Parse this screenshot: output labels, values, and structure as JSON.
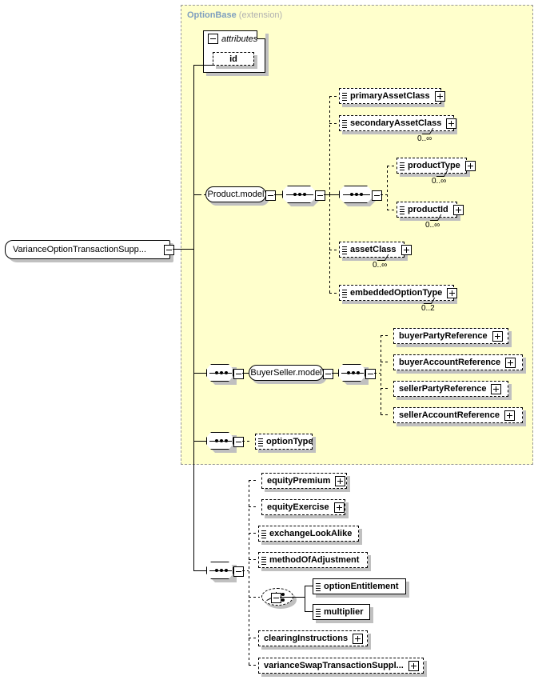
{
  "diagram": {
    "type": "xsd-schema-diagram",
    "title": "VarianceOptionTransactionSupplement element structure",
    "colors": {
      "extension_fill": "#ffffcc",
      "extension_border": "#999999",
      "extension_title": "#7f9fbf",
      "extension_kind": "#b0b0b0",
      "node_fill": "#ffffff",
      "shadow": "#c0c0c0",
      "stroke": "#000000"
    }
  },
  "root": {
    "label": "VarianceOptionTransactionSupp...",
    "expander": "minus"
  },
  "extension": {
    "name": "OptionBase",
    "kind": "(extension)"
  },
  "attributes": {
    "header_label": "attributes",
    "expander": "minus",
    "items": [
      {
        "label": "id",
        "optional": true
      }
    ]
  },
  "compositors": {
    "seq_product_model": {
      "kind": "sequence",
      "expander": "minus"
    },
    "seq_product_inner": {
      "kind": "sequence",
      "expander": "minus"
    },
    "seq_buyerseller_outer": {
      "kind": "sequence",
      "expander": "minus"
    },
    "seq_buyerseller_inner": {
      "kind": "sequence",
      "expander": "minus"
    },
    "seq_optiontype": {
      "kind": "sequence",
      "expander": "minus"
    },
    "seq_bottom": {
      "kind": "sequence",
      "expander": "minus"
    },
    "choice_entitlement": {
      "kind": "choice",
      "expander": "minus"
    }
  },
  "groups": {
    "product_model": {
      "label": "Product.model",
      "expander": "minus"
    },
    "buyerseller_model": {
      "label": "BuyerSeller.model",
      "expander": "minus"
    }
  },
  "elements": {
    "primaryAssetClass": {
      "label": "primaryAssetClass",
      "optional": true,
      "expander": "plus",
      "list_icon": true,
      "occurs": ""
    },
    "secondaryAssetClass": {
      "label": "secondaryAssetClass",
      "optional": true,
      "expander": "plus",
      "list_icon": true,
      "occurs": "0..∞"
    },
    "productType": {
      "label": "productType",
      "optional": true,
      "expander": "plus",
      "list_icon": true,
      "occurs": "0..∞"
    },
    "productId": {
      "label": "productId",
      "optional": true,
      "expander": "plus",
      "list_icon": true,
      "occurs": "0..∞"
    },
    "assetClass": {
      "label": "assetClass",
      "optional": true,
      "expander": "plus",
      "list_icon": true,
      "occurs": "0..∞"
    },
    "embeddedOptionType": {
      "label": "embeddedOptionType",
      "optional": true,
      "expander": "plus",
      "list_icon": true,
      "occurs": "0..2"
    },
    "buyerPartyReference": {
      "label": "buyerPartyReference",
      "optional": true,
      "expander": "plus",
      "list_icon": false,
      "occurs": ""
    },
    "buyerAccountReference": {
      "label": "buyerAccountReference",
      "optional": true,
      "expander": "plus",
      "list_icon": false,
      "occurs": ""
    },
    "sellerPartyReference": {
      "label": "sellerPartyReference",
      "optional": true,
      "expander": "plus",
      "list_icon": false,
      "occurs": ""
    },
    "sellerAccountReference": {
      "label": "sellerAccountReference",
      "optional": true,
      "expander": "plus",
      "list_icon": false,
      "occurs": ""
    },
    "optionType": {
      "label": "optionType",
      "optional": true,
      "expander": "none",
      "list_icon": true,
      "occurs": ""
    },
    "equityPremium": {
      "label": "equityPremium",
      "optional": true,
      "expander": "plus",
      "list_icon": false,
      "occurs": ""
    },
    "equityExercise": {
      "label": "equityExercise",
      "optional": true,
      "expander": "plus",
      "list_icon": false,
      "occurs": ""
    },
    "exchangeLookAlike": {
      "label": "exchangeLookAlike",
      "optional": true,
      "expander": "none",
      "list_icon": true,
      "occurs": ""
    },
    "methodOfAdjustment": {
      "label": "methodOfAdjustment",
      "optional": true,
      "expander": "none",
      "list_icon": true,
      "occurs": ""
    },
    "optionEntitlement": {
      "label": "optionEntitlement",
      "optional": false,
      "expander": "none",
      "list_icon": true,
      "occurs": ""
    },
    "multiplier": {
      "label": "multiplier",
      "optional": false,
      "expander": "none",
      "list_icon": true,
      "occurs": ""
    },
    "clearingInstructions": {
      "label": "clearingInstructions",
      "optional": true,
      "expander": "plus",
      "list_icon": false,
      "occurs": ""
    },
    "varianceSwapTransactionSuppl": {
      "label": "varianceSwapTransactionSuppl...",
      "optional": true,
      "expander": "plus",
      "list_icon": false,
      "occurs": ""
    }
  }
}
